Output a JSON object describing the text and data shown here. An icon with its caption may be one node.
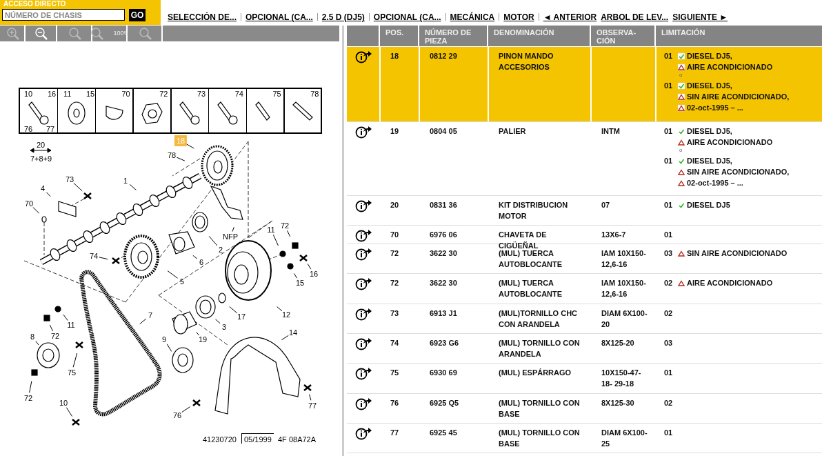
{
  "diagram": {
    "nodes": [
      {
        "text": [
          "18"
        ]
      },
      {
        "text": [
          "78"
        ]
      },
      {
        "text": [
          "73"
        ]
      },
      {
        "text": [
          "1"
        ]
      },
      {
        "text": [
          "4"
        ]
      },
      {
        "text": [
          "70"
        ]
      },
      {
        "text": [
          "72"
        ]
      },
      {
        "text": [
          "11"
        ]
      },
      {
        "text": [
          "NFP"
        ]
      },
      {
        "text": [
          "2"
        ]
      },
      {
        "text": [
          "74"
        ]
      },
      {
        "text": [
          "6"
        ]
      },
      {
        "text": [
          "16"
        ]
      },
      {
        "text": [
          "5"
        ]
      },
      {
        "text": [
          "15"
        ]
      },
      {
        "text": [
          "12"
        ]
      },
      {
        "text": [
          "7"
        ]
      },
      {
        "text": [
          "17"
        ]
      },
      {
        "text": [
          "11"
        ]
      },
      {
        "text": [
          "3"
        ]
      },
      {
        "text": [
          "14"
        ]
      },
      {
        "text": [
          "72"
        ]
      },
      {
        "text": [
          "8"
        ]
      },
      {
        "text": [
          "19"
        ]
      },
      {
        "text": [
          "9"
        ]
      },
      {
        "text": [
          "75"
        ]
      },
      {
        "text": [
          "72"
        ]
      },
      {
        "text": [
          "10"
        ]
      },
      {
        "text": [
          "77"
        ]
      },
      {
        "text": [
          "76"
        ]
      }
    ],
    "edges": [
      {
        "from": 0,
        "to": null,
        "arrow": "none"
      },
      {
        "from": 1,
        "to": null,
        "arrow": "none"
      },
      {
        "from": 2,
        "to": null,
        "arrow": "none"
      },
      {
        "from": 3,
        "to": null,
        "arrow": "none"
      },
      {
        "from": 4,
        "to": null,
        "arrow": "none"
      },
      {
        "from": 5,
        "to": null,
        "arrow": "none"
      },
      {
        "from": 6,
        "to": null,
        "arrow": "none"
      },
      {
        "from": 7,
        "to": null,
        "arrow": "none"
      },
      {
        "from": 8,
        "to": null,
        "arrow": "none"
      },
      {
        "from": 9,
        "to": null,
        "arrow": "none"
      },
      {
        "from": 10,
        "to": null,
        "arrow": "none"
      },
      {
        "from": 11,
        "to": null,
        "arrow": "none"
      },
      {
        "from": 12,
        "to": null,
        "arrow": "none"
      },
      {
        "from": 13,
        "to": null,
        "arrow": "none"
      },
      {
        "from": 14,
        "to": null,
        "arrow": "none"
      },
      {
        "from": 15,
        "to": null,
        "arrow": "none"
      },
      {
        "from": 16,
        "to": null,
        "arrow": "none"
      },
      {
        "from": 17,
        "to": null,
        "arrow": "none"
      },
      {
        "from": 18,
        "to": null,
        "arrow": "none"
      },
      {
        "from": 19,
        "to": null,
        "arrow": "none"
      },
      {
        "from": 20,
        "to": null,
        "arrow": "none"
      },
      {
        "from": 21,
        "to": null,
        "arrow": "none"
      },
      {
        "from": 22,
        "to": null,
        "arrow": "none"
      },
      {
        "from": 23,
        "to": null,
        "arrow": "none"
      },
      {
        "from": 24,
        "to": null,
        "arrow": "none"
      },
      {
        "from": 25,
        "to": null,
        "arrow": "none"
      },
      {
        "from": 26,
        "to": null,
        "arrow": "none"
      },
      {
        "from": 27,
        "to": null,
        "arrow": "none"
      },
      {
        "from": 28,
        "to": null,
        "arrow": "none"
      },
      {
        "from": 29,
        "to": null,
        "arrow": "none"
      }
    ],
    "labels": [
      "ACCESO DIRECTO",
      "NÚMERO DE CHASIS",
      "GO",
      "SELECCIÓN DE...",
      "OPCIONAL (CA...",
      "2.5 D (DJ5)",
      "OPCIONAL (CA...",
      "MECÁNICA",
      "MOTOR",
      "◄ ANTERIOR",
      "ARBOL DE LEV...",
      "SIGUIENTE ►",
      "100%",
      "20",
      "7+8+9",
      "10",
      "16",
      "76",
      "77",
      "11",
      "15",
      "70",
      "72",
      "73",
      "74",
      "75",
      "78",
      "41230720",
      "05/1999",
      "4F 08A72A",
      "POS.",
      "NÚMERO DE PIEZA",
      "DENOMINACIÓN",
      "OBSERVA- CIÓN",
      "LIMITACIÓN",
      "18",
      "0812 29",
      "PINON MANDO ACCESORIOS",
      "01",
      "DIESEL DJ5,",
      "AIRE ACONDICIONADO",
      "o",
      "01",
      "DIESEL DJ5,",
      "SIN AIRE ACONDICIONADO,",
      "02-oct-1995 – ...",
      "19",
      "0804 05",
      "PALIER",
      "INTM",
      "01",
      "DIESEL DJ5,",
      "AIRE ACONDICIONADO",
      "o",
      "01",
      "DIESEL DJ5,",
      "SIN AIRE ACONDICIONADO,",
      "02-oct-1995 – ...",
      "20",
      "0831 36",
      "KIT DISTRIBUCION MOTOR",
      "07",
      "01",
      "DIESEL DJ5",
      "70",
      "6976 06",
      "CHAVETA DE CIGÜEÑAL",
      "13X6-7",
      "01",
      "72",
      "3622 30",
      "(MUL) TUERCA AUTOBLOCANTE",
      "IAM 10X150- 12,6-16",
      "03",
      "SIN AIRE ACONDICIONADO",
      "72",
      "3622 30",
      "(MUL) TUERCA AUTOBLOCANTE",
      "IAM 10X150- 12,6-16",
      "02",
      "AIRE ACONDICIONADO",
      "73",
      "6913 J1",
      "(MUL)TORNILLO CHC CON ARANDELA",
      "DIAM 6X100-20",
      "02",
      "74",
      "6923 G6",
      "(MUL) TORNILLO CON ARANDELA",
      "8X125-20",
      "03",
      "75",
      "6930 69",
      "(MUL) ESPÁRRAGO",
      "10X150-47-18- 29-18",
      "01",
      "76",
      "6925 Q5",
      "(MUL) TORNILLO CON BASE",
      "8X125-30",
      "02",
      "77",
      "6925 45",
      "(MUL) TORNILLO CON BASE",
      "DIAM 6X100-25",
      "01"
    ]
  }
}
